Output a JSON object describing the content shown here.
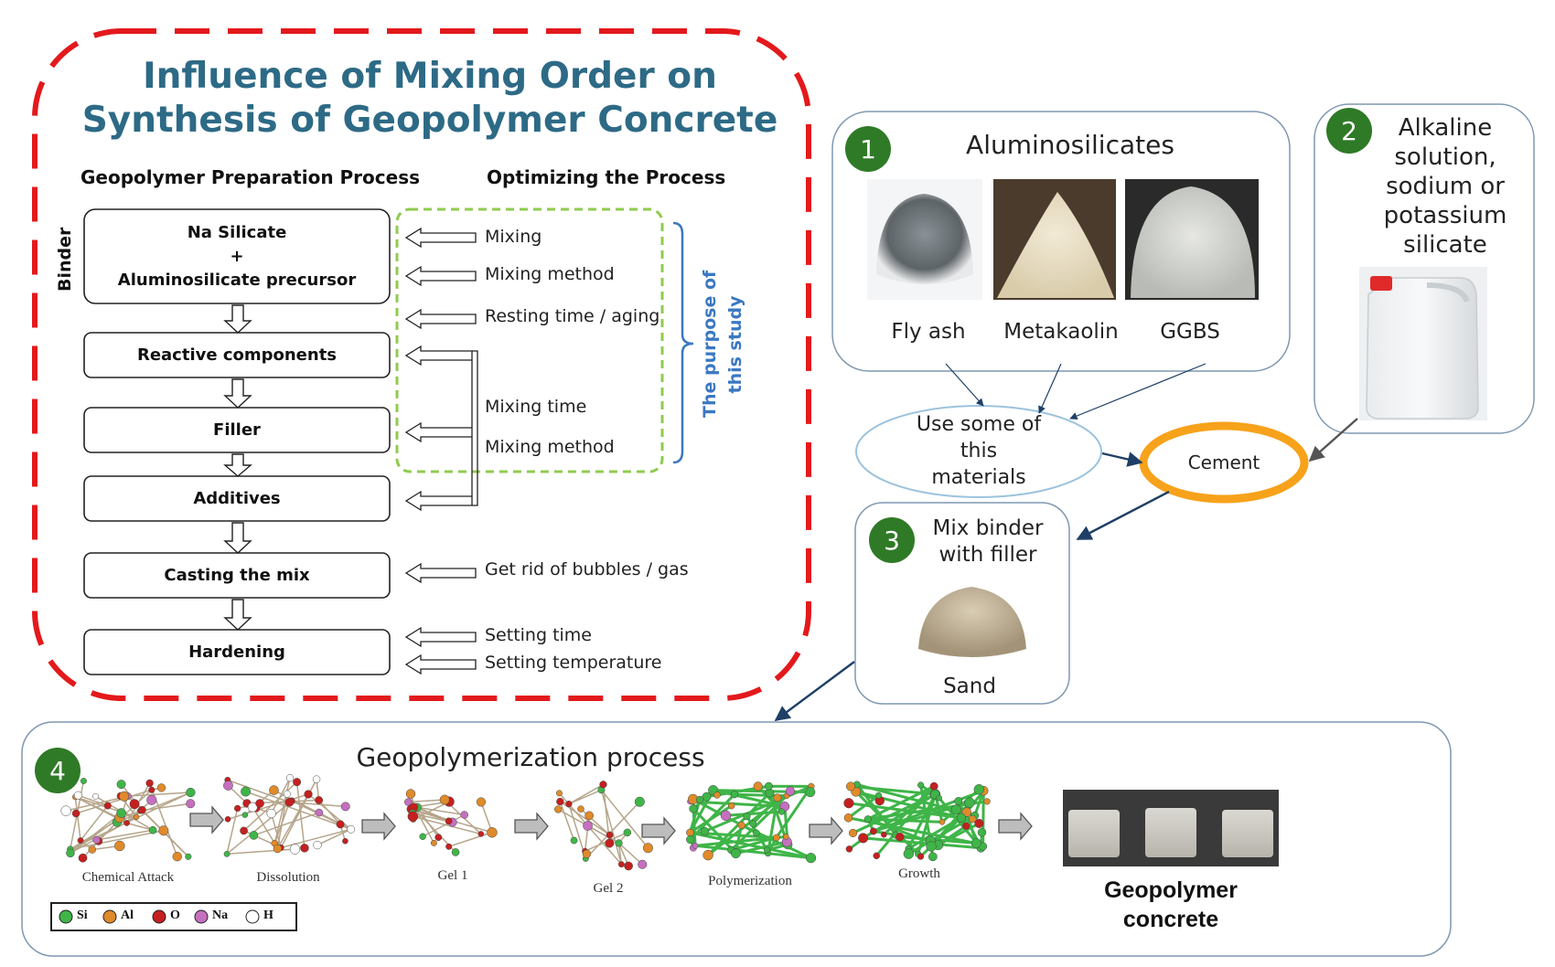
{
  "title_line1": "Influence of Mixing Order on",
  "title_line2": "Synthesis of Geopolymer Concrete",
  "left_col_header": "Geopolymer Preparation Process",
  "right_col_header": "Optimizing the Process",
  "binder_label": "Binder",
  "purpose_label_1": "The purpose of",
  "purpose_label_2": "this study",
  "steps": [
    {
      "line1": "Na Silicate",
      "line2": "+",
      "line3": "Aluminosilicate precursor"
    },
    {
      "line1": "Reactive components"
    },
    {
      "line1": "Filler"
    },
    {
      "line1": "Additives"
    },
    {
      "line1": "Casting the mix"
    },
    {
      "line1": "Hardening"
    }
  ],
  "optimizations": [
    "Mixing",
    "Mixing method",
    "Resting time / aging",
    "Mixing time",
    "Mixing method",
    "Get rid of bubbles / gas",
    "Setting time",
    "Setting temperature"
  ],
  "box1": {
    "number": "1",
    "title": "Aluminosilicates",
    "items": [
      "Fly ash",
      "Metakaolin",
      "GGBS"
    ]
  },
  "box2": {
    "number": "2",
    "line1": "Alkaline",
    "line2": "solution,",
    "line3": "sodium or",
    "line4": "potassium",
    "line5": "silicate"
  },
  "use_materials": {
    "line1": "Use some of",
    "line2": "this",
    "line3": "materials"
  },
  "cement_label": "Cement",
  "box3": {
    "number": "3",
    "line1": "Mix binder",
    "line2": "with filler",
    "item": "Sand"
  },
  "box4": {
    "number": "4",
    "title": "Geopolymerization process",
    "stages": [
      "Chemical Attack",
      "Dissolution",
      "Gel 1",
      "Gel 2",
      "Polymerization",
      "Growth"
    ],
    "product_line1": "Geopolymer",
    "product_line2": "concrete"
  },
  "legend": [
    "Si",
    "Al",
    "O",
    "Na",
    "H"
  ],
  "colors": {
    "title": "#2d6a86",
    "dashed_red": "#e3191c",
    "dashed_green": "#8fcb4f",
    "bracket_blue": "#3b78c2",
    "number_badge": "#2f7a27",
    "cement_ring": "#f7a21b",
    "use_ellipse": "#9cc3de",
    "arrow_navy": "#1f3f66",
    "si": "#3fb548",
    "al": "#e08a2a",
    "o": "#c4201f",
    "na": "#c56fbf",
    "h": "#ffffff"
  }
}
